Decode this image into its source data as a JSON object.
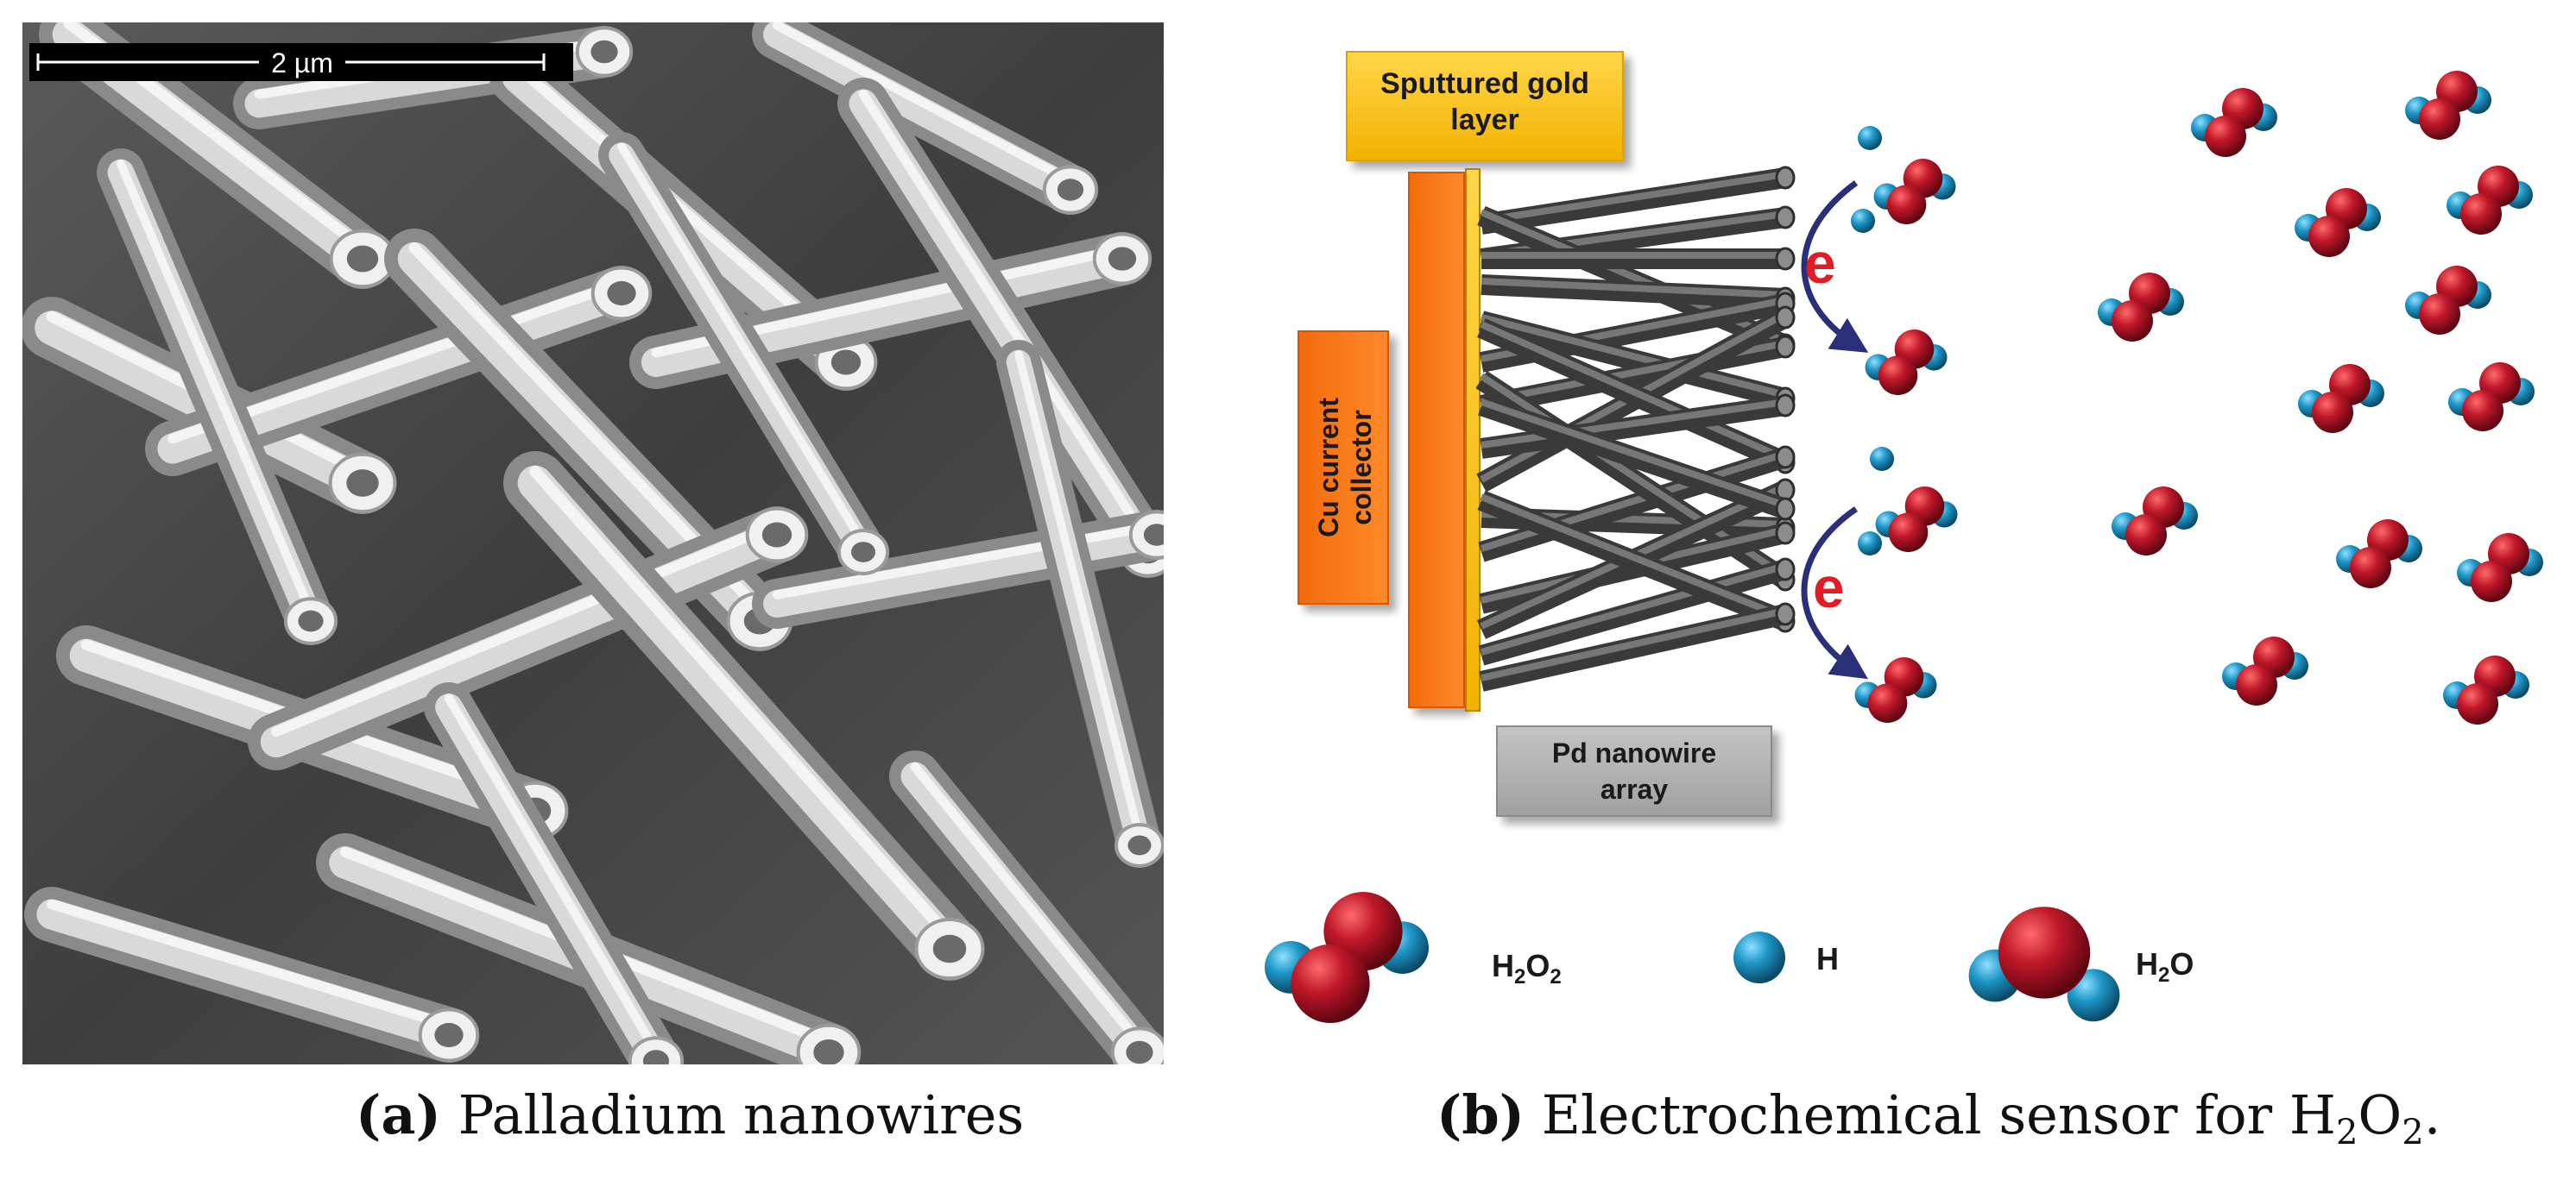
{
  "panel_a": {
    "scale_bar_label": "2 µm",
    "caption_letter": "(a)",
    "caption_text": "Palladium nanowires"
  },
  "panel_b": {
    "gold_label_line1": "Sputtured gold",
    "gold_label_line2": "layer",
    "cu_label_line1": "Cu current",
    "cu_label_line2": "collector",
    "pd_label_line1": "Pd nanowire",
    "pd_label_line2": "array",
    "electron_label": "e",
    "legend": {
      "h2o2_main": "H",
      "h2o2_sub1": "2",
      "h2o2_mid": "O",
      "h2o2_sub2": "2",
      "h_label": "H",
      "h2o_main": "H",
      "h2o_sub": "2",
      "h2o_end": "O"
    },
    "caption_letter": "(b)",
    "caption_text_before": "Electrochemical sensor for H",
    "caption_sub1": "2",
    "caption_mid": "O",
    "caption_sub2": "2",
    "caption_end": "."
  },
  "colors": {
    "gold": "#f6c21a",
    "copper": "#f26a0c",
    "pd_box": "#b5b5b5",
    "oxygen": "#c0182a",
    "hydrogen": "#1f97c7",
    "arrow": "#2a2f7a",
    "electron": "#e31b23",
    "nanowire": "#555555"
  }
}
